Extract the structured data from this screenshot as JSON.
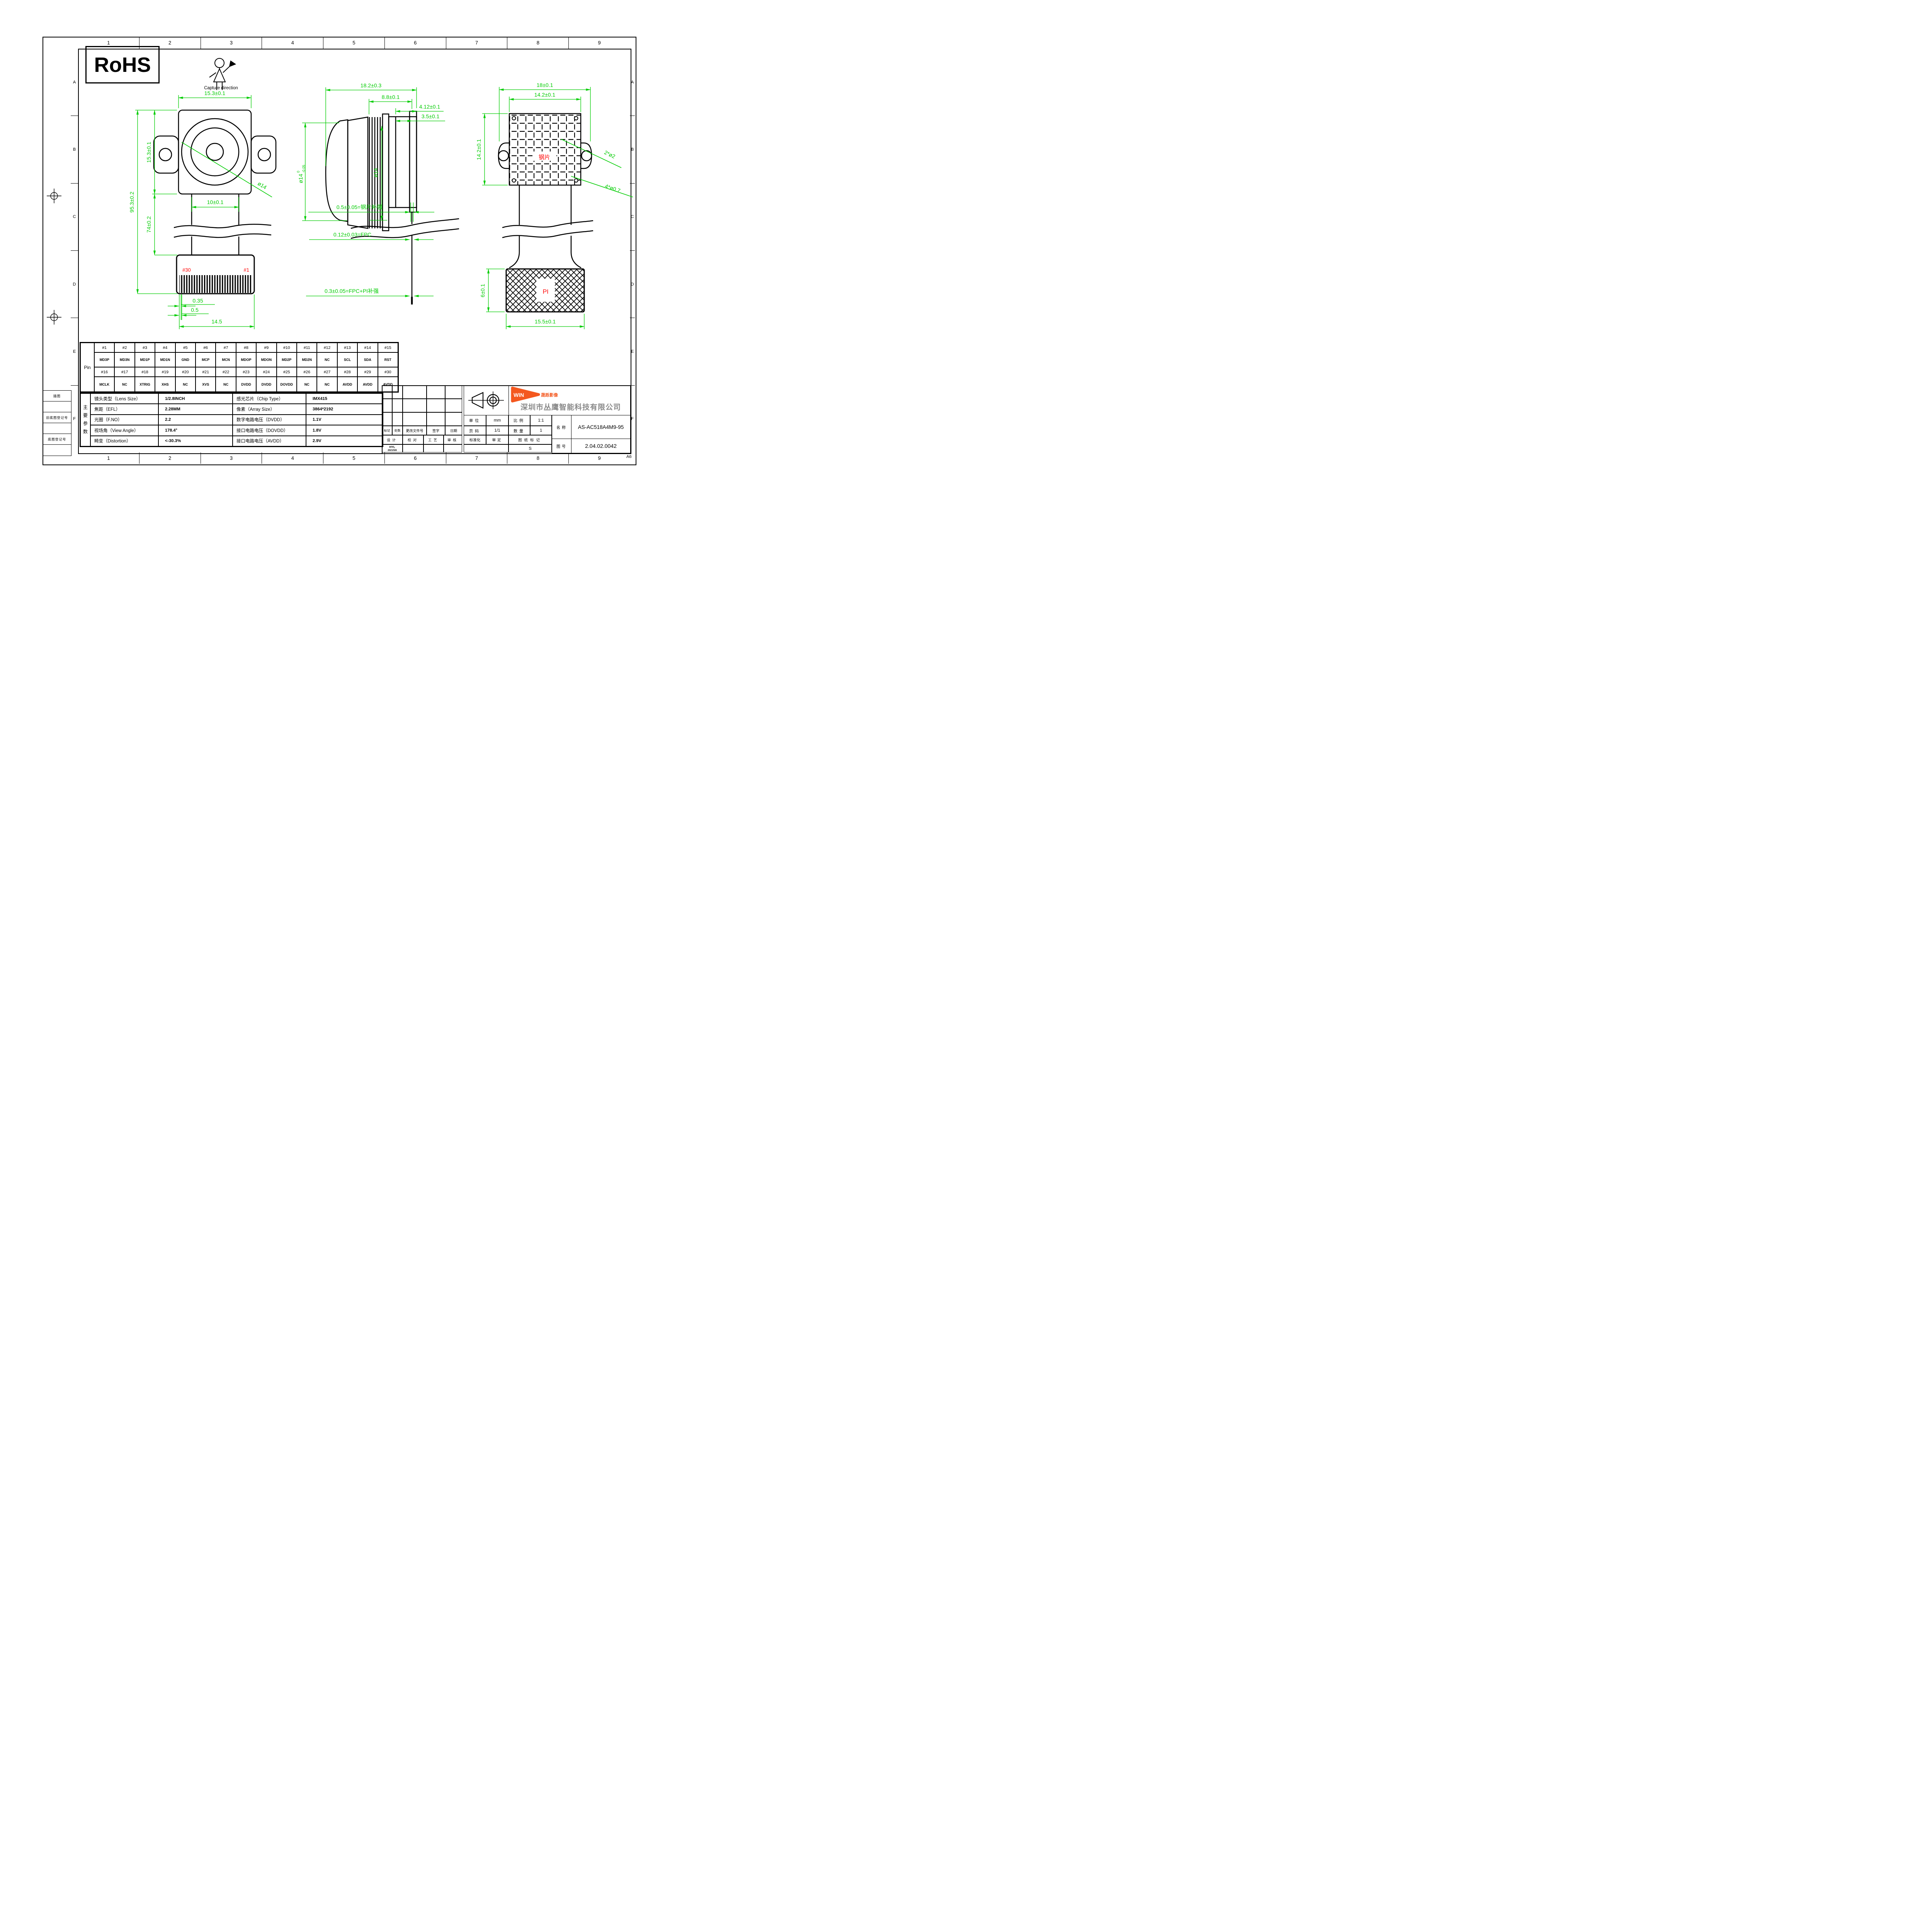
{
  "sheet": {
    "cols": [
      "1",
      "2",
      "3",
      "4",
      "5",
      "6",
      "7",
      "8",
      "9"
    ],
    "rows": [
      "A",
      "B",
      "C",
      "D",
      "E",
      "F"
    ],
    "size_label": "A6"
  },
  "badges": {
    "rohs": "RoHS",
    "capture_direction": "Capture direction"
  },
  "front_view": {
    "dim_width": "15.3±0.1",
    "dim_height": "15.3±0.1",
    "dim_total": "95.3±0.2",
    "dim_fpc": "74±0.2",
    "dim_neck": "10±0.1",
    "lens_dia": "ø14",
    "pin30": "#30",
    "pin1": "#1",
    "dim_pitch": "0.35",
    "dim_edge": "0.5",
    "dim_conn": "14.5"
  },
  "side_view": {
    "dim_total": "18.2±0.3",
    "dim_back": "8.8±0.1",
    "dim_412": "4.12±0.1",
    "dim_35": "3.5±0.1",
    "lens_dia_base": "ø14",
    "lens_tol_up": "0",
    "lens_tol_dn": "-0.05",
    "barrel_dia": "ø14",
    "stiffener": "0.5±0.05=钢片补强",
    "fpc": "0.12±0.03=FPC",
    "fpc_pi": "0.3±0.05=FPC+PI补强"
  },
  "back_view": {
    "dim_total": "18±0.1",
    "dim_plate_w": "14.2±0.1",
    "dim_plate_h": "14.2±0.1",
    "steel_label": "钢片",
    "ear_holes": "2*ø2",
    "corner_holes": "4*ø0.7",
    "pi_height": "6±0.1",
    "pi_label": "PI",
    "pi_width": "15.5±0.1"
  },
  "pin_table": {
    "title": "Pin",
    "row1_headers": [
      "#1",
      "#2",
      "#3",
      "#4",
      "#5",
      "#6",
      "#7",
      "#8",
      "#9",
      "#10",
      "#11",
      "#12",
      "#13",
      "#14",
      "#15"
    ],
    "row1_signals": [
      "MD3P",
      "MD3N",
      "MD1P",
      "MD1N",
      "GND",
      "MCP",
      "MCN",
      "MDOP",
      "MDON",
      "MD2P",
      "MD2N",
      "NC",
      "SCL",
      "SDA",
      "RST"
    ],
    "row2_headers": [
      "#16",
      "#17",
      "#18",
      "#19",
      "#20",
      "#21",
      "#22",
      "#23",
      "#24",
      "#25",
      "#26",
      "#27",
      "#28",
      "#29",
      "#30"
    ],
    "row2_signals": [
      "MCLK",
      "NC",
      "XTRIG",
      "XHS",
      "NC",
      "XVS",
      "NC",
      "DVDD",
      "DVDD",
      "DOVDD",
      "NC",
      "NC",
      "AVDD",
      "AVDD",
      "AVDD"
    ]
  },
  "spec_table": {
    "side_label": "主\n要\n参\n数",
    "left": [
      {
        "label": "镜头类型（Lens Size）",
        "value": "1/2.8INCH"
      },
      {
        "label": "焦距（EFL）",
        "value": "2.28MM"
      },
      {
        "label": "光圈（F.NO）",
        "value": "2.2"
      },
      {
        "label": "视场角（View Angle）",
        "value": "178.4°"
      },
      {
        "label": "畸变（Distortion）",
        "value": "<-30.3%"
      }
    ],
    "right": [
      {
        "label": "感光芯片（Chip Type）",
        "value": "IMX415"
      },
      {
        "label": "像素（Array Size）",
        "value": "3864*2192"
      },
      {
        "label": "数字电路电压（DVDD）",
        "value": "1.1V"
      },
      {
        "label": "接口电路电压（DOVDD）",
        "value": "1.8V"
      },
      {
        "label": "接口电路电压（AVDD）",
        "value": "2.9V"
      }
    ]
  },
  "margin_boxes": {
    "trace": "描图",
    "old_reg": "旧底图登记号",
    "reg": "底图登记号"
  },
  "title_block": {
    "mark": "标记",
    "count": "处数",
    "change_doc": "更改文件号",
    "sign": "签字",
    "date": "日期",
    "design": "设计",
    "check": "校对",
    "process": "工艺",
    "review": "审核",
    "standard": "标准化",
    "approve": "审定",
    "sheet_mark": "图纸标记",
    "unit": "单位",
    "unit_val": "mm",
    "scale": "比例",
    "scale_val": "1:1",
    "page": "页码",
    "page_val": "1/1",
    "qty": "数量",
    "qty_val": "1",
    "name": "名称",
    "name_val": "AS-AC518A4M9-95",
    "drawing_no": "图号",
    "drawing_no_val": "2.04.02.0042",
    "s_mark": "S",
    "designer": "HYL",
    "design_date": "2021/5/8"
  },
  "company": {
    "logo": "WIN",
    "logo_sub": "晟跞影像",
    "name": "深圳市丛鹰智能科技有限公司"
  }
}
